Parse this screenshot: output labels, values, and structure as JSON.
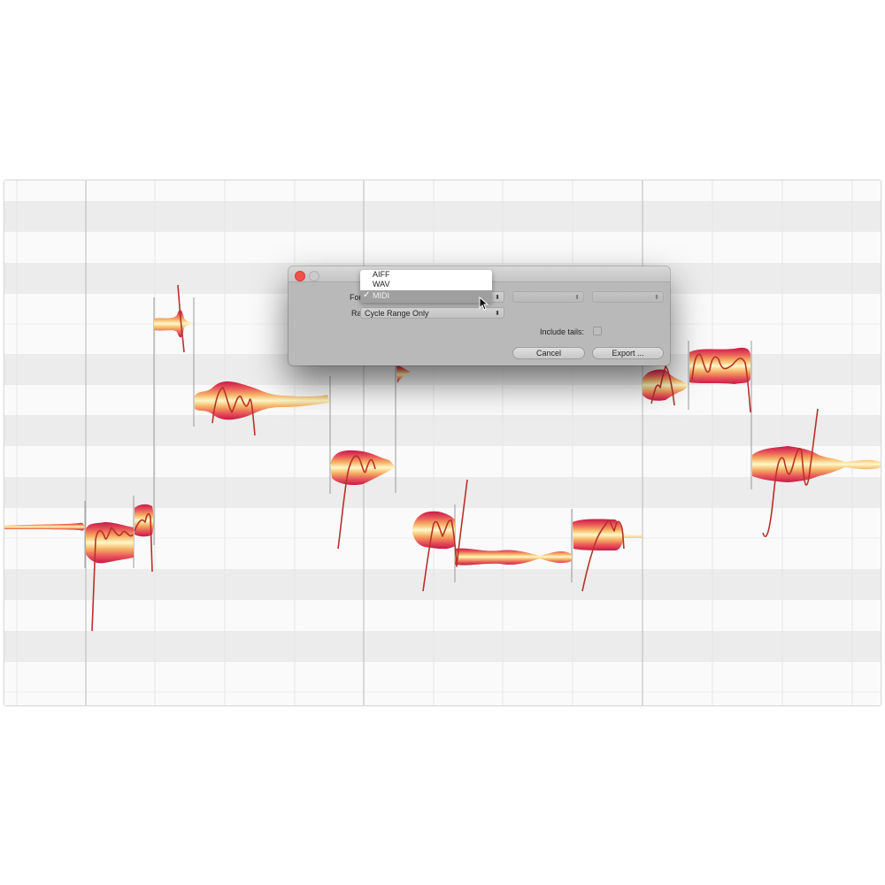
{
  "editor": {
    "type": "pitch-note-editor",
    "grid": {
      "row_height": 34.7,
      "shaded_rows": [
        1,
        3,
        6,
        9,
        12,
        13,
        15
      ],
      "beat_lines_x": [
        19,
        97,
        175,
        254,
        333,
        411,
        490,
        568,
        647,
        726,
        805,
        884,
        963
      ],
      "bar_lines_x": [
        97,
        411,
        726
      ]
    },
    "colors": {
      "note_core": "#fff7c0",
      "note_mid": "#f5b860",
      "note_edge": "#d2204f",
      "pitch_curve": "#b8322a",
      "row_shade": "#ececec",
      "row_light": "#fafafa"
    },
    "notes_count": 17
  },
  "dialog": {
    "close_button": "close",
    "minimize_button": "minimize",
    "format_label": "Format:",
    "format_value": "MIDI",
    "format_options": [
      "AIFF",
      "WAV",
      "MIDI"
    ],
    "range_label": "Range:",
    "range_value": "Cycle Range Only",
    "include_tails_label": "Include tails:",
    "include_tails_checked": false,
    "cancel_label": "Cancel",
    "export_label": "Export ...",
    "arrows_glyph": "⬍",
    "check_glyph": "✓"
  }
}
